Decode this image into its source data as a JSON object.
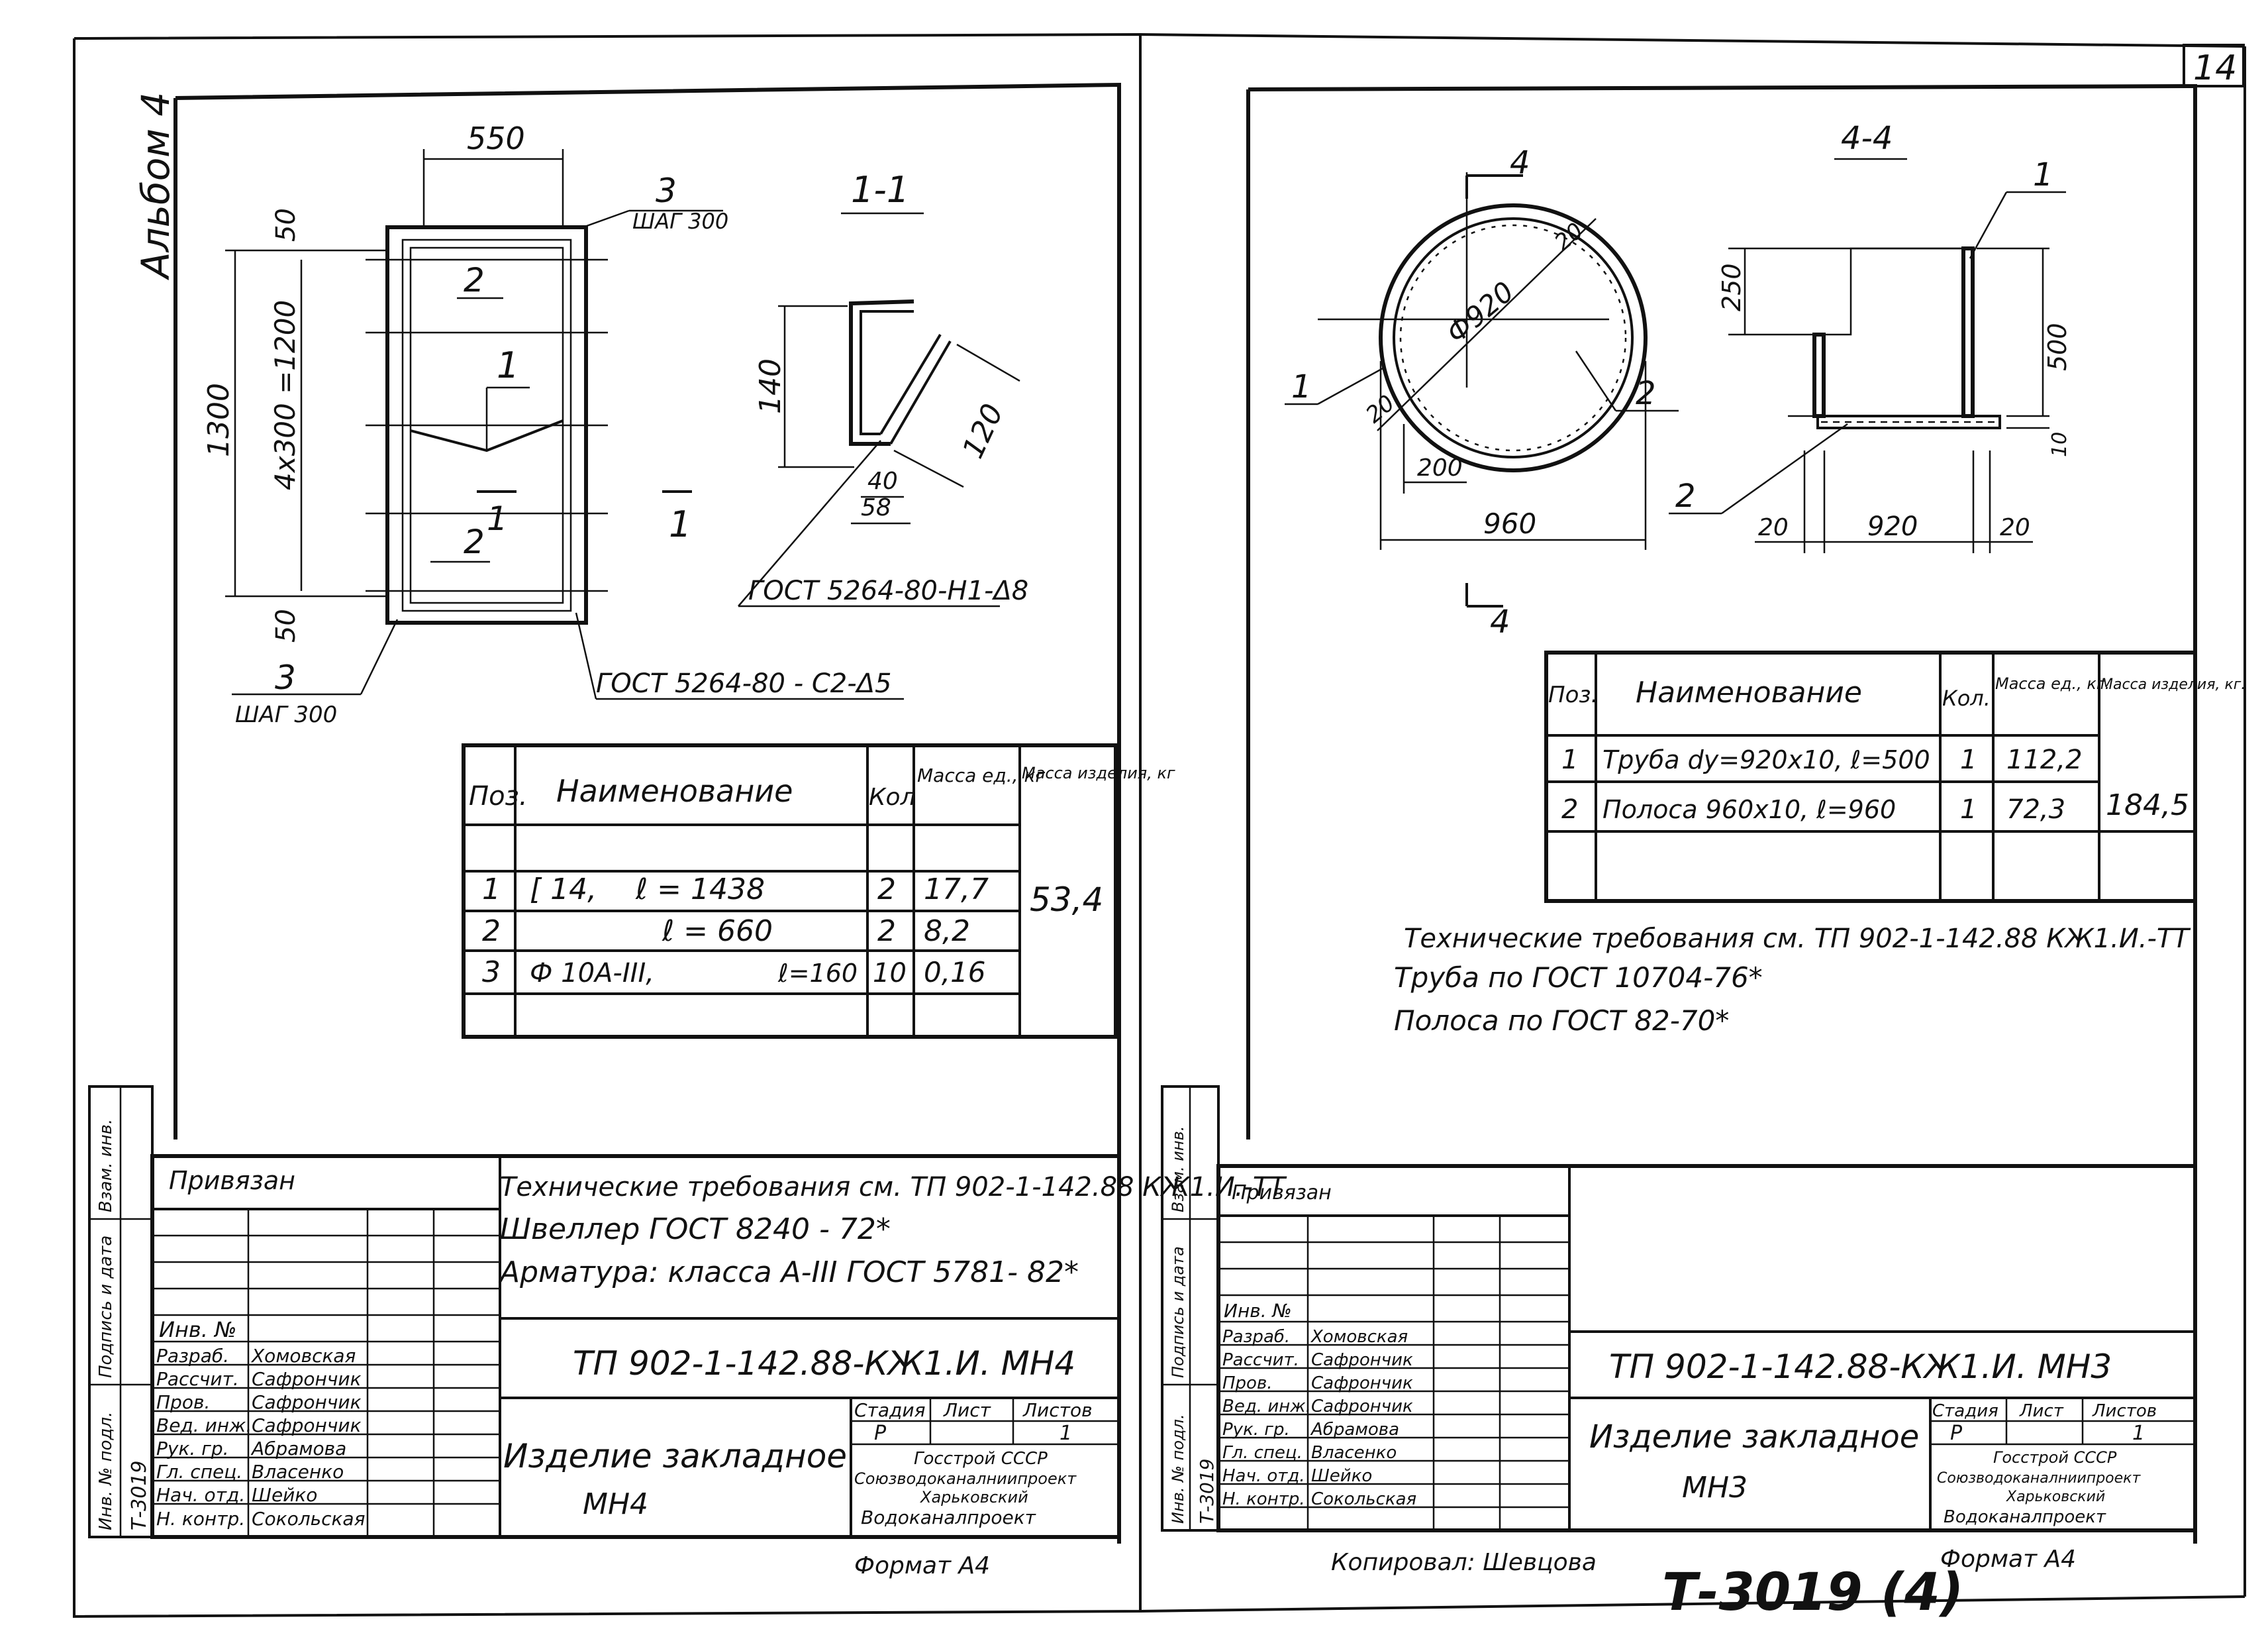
{
  "sheet_number": "14",
  "album_label": "Альбом 4",
  "footer_stamp": "Т-3019 (4)",
  "left": {
    "section_label": "1-1",
    "plan_dims": {
      "width": "550",
      "height": "1300",
      "inner": "4x300 =1200",
      "top_offset": "50",
      "bottom_offset": "50"
    },
    "rebar_top_label": "3",
    "rebar_top_step": "ШАГ 300",
    "rebar_bottom_label": "3",
    "rebar_bottom_step": "ШАГ 300",
    "pos_labels": [
      "2",
      "1",
      "2"
    ],
    "cut_label": "1",
    "weld_note_plan": "ГОСТ 5264-80 - С2-Δ5",
    "section_dims": {
      "h": "140",
      "diag": "120",
      "d40": "40",
      "d58": "58"
    },
    "weld_note_section": "ГОСТ 5264-80-Н1-Δ8",
    "spec_headers": [
      "Поз.",
      "Наименование",
      "Кол",
      "Масса ед., кг",
      "Масса изделия, кг"
    ],
    "spec_rows": [
      {
        "pos": "1",
        "name": "[ 14,",
        "len": "ℓ = 1438",
        "qty": "2",
        "mass": "17,7"
      },
      {
        "pos": "2",
        "name": "",
        "len": "ℓ = 660",
        "qty": "2",
        "mass": "8,2"
      },
      {
        "pos": "3",
        "name": "Ф 10A-III,",
        "len": "ℓ=160",
        "qty": "10",
        "mass": "0,16"
      }
    ],
    "spec_total": "53,4",
    "notes": [
      "Технические требования см. ТП 902-1-142.88 КЖ1.И.-ТТ",
      "Швеллер ГОСТ 8240 - 72*",
      "Арматура: класса А-III ГОСТ 5781- 82*"
    ],
    "title_code": "ТП 902-1-142.88-КЖ1.И. МН4",
    "title_name": "Изделие закладное",
    "title_mark": "МН4",
    "bound_label": "Привязан",
    "inv_label": "Инв. №",
    "roles": [
      {
        "role": "Разраб.",
        "name": "Хомовская"
      },
      {
        "role": "Рассчит.",
        "name": "Сафрончик"
      },
      {
        "role": "Пров.",
        "name": "Сафрончик"
      },
      {
        "role": "Вед. инж.",
        "name": "Сафрончик"
      },
      {
        "role": "Рук. гр.",
        "name": "Абрамова"
      },
      {
        "role": "Гл. спец.",
        "name": "Власенко"
      },
      {
        "role": "Нач. отд.",
        "name": "Шейко"
      },
      {
        "role": "Н. контр.",
        "name": "Сокольская"
      }
    ],
    "stage_headers": [
      "Стадия",
      "Лист",
      "Листов"
    ],
    "stage_values": [
      "Р",
      "",
      "1"
    ],
    "org_lines": [
      "Госстрой СССР",
      "Союзводоканалниипроект",
      "Харьковский",
      "Водоканалпроект"
    ],
    "format": "Формат А4",
    "side_labels": [
      "Инв. № подл.",
      "Подпись и дата",
      "Взам. инв."
    ],
    "side_code": "Т-3019"
  },
  "right": {
    "section_label": "4-4",
    "cut_label": "4",
    "circle_dims": {
      "dia": "Ф920",
      "wall": "20",
      "wall2": "20",
      "d200": "200",
      "d960": "960"
    },
    "pos_labels": [
      "1",
      "2"
    ],
    "section_pos_labels": [
      "1",
      "2"
    ],
    "section_dims": {
      "h250": "250",
      "h500": "500",
      "h10": "10",
      "w20a": "20",
      "w920": "920",
      "w20b": "20"
    },
    "spec_headers": [
      "Поз.",
      "Наименование",
      "Кол.",
      "Масса ед., кг.",
      "Масса изделия, кг."
    ],
    "spec_rows": [
      {
        "pos": "1",
        "name": "Труба dу=920х10, ℓ=500",
        "qty": "1",
        "mass": "112,2"
      },
      {
        "pos": "2",
        "name": "Полоса 960х10, ℓ=960",
        "qty": "1",
        "mass": "72,3"
      }
    ],
    "spec_total": "184,5",
    "notes": [
      "Технические требования см. ТП 902-1-142.88 КЖ1.И.-ТТ",
      "Труба по ГОСТ 10704-76*",
      "Полоса по ГОСТ 82-70*"
    ],
    "title_code": "ТП 902-1-142.88-КЖ1.И. МН3",
    "title_name": "Изделие закладное",
    "title_mark": "МН3",
    "bound_label": "Привязан",
    "inv_label": "Инв. №",
    "roles": [
      {
        "role": "Разраб.",
        "name": "Хомовская"
      },
      {
        "role": "Рассчит.",
        "name": "Сафрончик"
      },
      {
        "role": "Пров.",
        "name": "Сафрончик"
      },
      {
        "role": "Вед. инж.",
        "name": "Сафрончик"
      },
      {
        "role": "Рук. гр.",
        "name": "Абрамова"
      },
      {
        "role": "Гл. спец.",
        "name": "Власенко"
      },
      {
        "role": "Нач. отд.",
        "name": "Шейко"
      },
      {
        "role": "Н. контр.",
        "name": "Сокольская"
      }
    ],
    "stage_headers": [
      "Стадия",
      "Лист",
      "Листов"
    ],
    "stage_values": [
      "Р",
      "",
      "1"
    ],
    "org_lines": [
      "Госстрой СССР",
      "Союзводоканалниипроект",
      "Харьковский",
      "Водоканалпроект"
    ],
    "format": "Формат А4",
    "copied": "Копировал: Шевцова",
    "side_labels": [
      "Инв. № подл.",
      "Подпись и дата",
      "Взам. инв."
    ],
    "side_code": "Т-3019"
  }
}
